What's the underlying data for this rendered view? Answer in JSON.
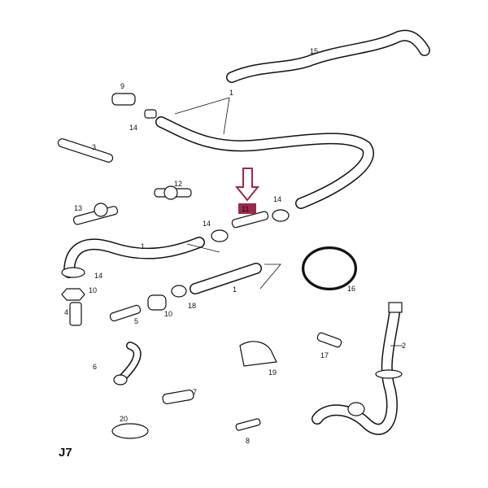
{
  "diagram_code": "J7",
  "highlighted_part": "11",
  "colors": {
    "highlight": "#9c2a4a",
    "line": "#111111"
  },
  "labels": {
    "p15": "15",
    "p1a": "1",
    "p9": "9",
    "p14a": "14",
    "p3": "3",
    "p12": "12",
    "p13": "13",
    "p11": "11",
    "p14b": "14",
    "p14c": "14",
    "p1b": "1",
    "p14d": "14",
    "p10a": "10",
    "p4": "4",
    "p5": "5",
    "p10b": "10",
    "p18": "18",
    "p1c": "1",
    "p16": "16",
    "p2": "2",
    "p17": "17",
    "p19": "19",
    "p6": "6",
    "p7": "7",
    "p20": "20",
    "p8": "8"
  }
}
